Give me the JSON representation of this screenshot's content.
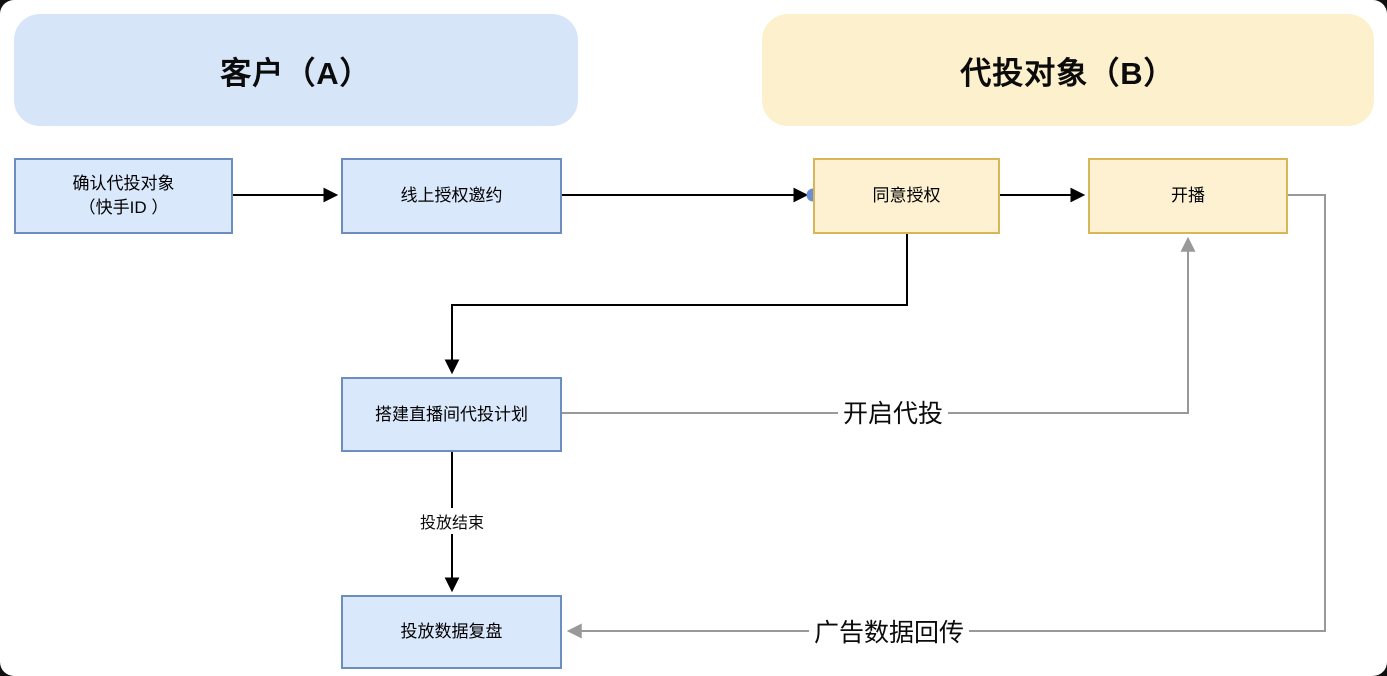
{
  "diagram": {
    "title_hint": "代投流程图 (delegated ad-serving flow)",
    "lanes": [
      {
        "id": "A",
        "label": "客户（A）"
      },
      {
        "id": "B",
        "label": "代投对象（B）"
      }
    ],
    "nodes": [
      {
        "id": "confirm",
        "lane": "A",
        "label_line1": "确认代投对象",
        "label_line2": "（快手ID ）"
      },
      {
        "id": "invite",
        "lane": "A",
        "label": "线上授权邀约"
      },
      {
        "id": "agree",
        "lane": "B",
        "label": "同意授权"
      },
      {
        "id": "live",
        "lane": "B",
        "label": "开播"
      },
      {
        "id": "plan",
        "lane": "A",
        "label": "搭建直播间代投计划"
      },
      {
        "id": "review",
        "lane": "A",
        "label": "投放数据复盘"
      }
    ],
    "edges": [
      {
        "from": "confirm",
        "to": "invite",
        "style": "black-arrow"
      },
      {
        "from": "invite",
        "to": "agree",
        "style": "black-arrow",
        "endpoint": "blue-dot"
      },
      {
        "from": "agree",
        "to": "live",
        "style": "black-arrow"
      },
      {
        "from": "agree",
        "to": "plan",
        "style": "black-arrow-elbow"
      },
      {
        "from": "plan",
        "to": "review",
        "style": "black-arrow",
        "label": "投放结束"
      },
      {
        "from": "plan",
        "to": "live",
        "style": "gray-arrow-elbow",
        "label": "开启代投"
      },
      {
        "from": "live",
        "to": "review",
        "style": "gray-arrow-elbow",
        "label": "广告数据回传"
      }
    ],
    "edge_labels": {
      "start_delegation": "开启代投",
      "delivery_end": "投放结束",
      "ad_data_return": "广告数据回传"
    },
    "colors": {
      "lane_a_fill": "#d7e5f9",
      "lane_b_fill": "#fcf0cd",
      "node_blue_fill": "#dae8fc",
      "node_blue_stroke": "#6c8ebf",
      "node_yellow_fill": "#fdf1d2",
      "node_yellow_stroke": "#d6b656",
      "edge_black": "#000000",
      "edge_gray": "#999999",
      "connection_dot": "#6b8fd4",
      "background": "#ffffff"
    }
  }
}
